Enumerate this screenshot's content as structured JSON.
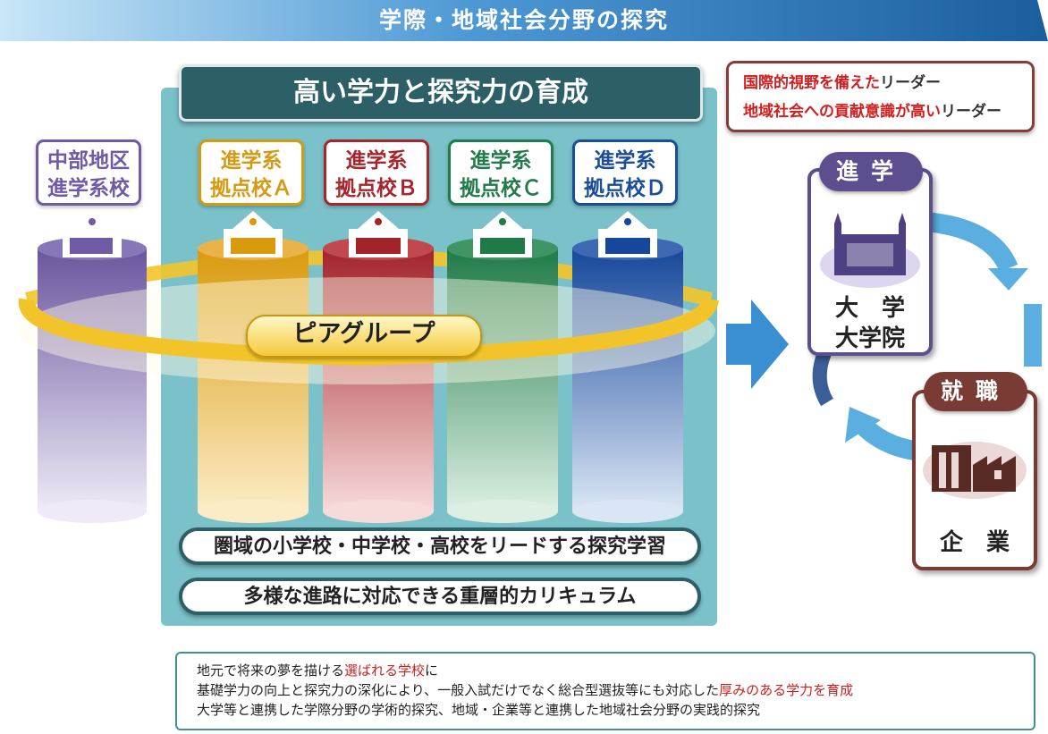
{
  "banner": {
    "title": "学際・地域社会分野の探究"
  },
  "main": {
    "title": "高い学力と探究力の育成",
    "schools": [
      {
        "line1": "中部地区",
        "line2": "進学系校",
        "color": "#6f5aa6"
      },
      {
        "line1": "進学系",
        "line2": "拠点校Ａ",
        "color": "#d49a12"
      },
      {
        "line1": "進学系",
        "line2": "拠点校Ｂ",
        "color": "#a8252c"
      },
      {
        "line1": "進学系",
        "line2": "拠点校Ｃ",
        "color": "#217b4a"
      },
      {
        "line1": "進学系",
        "line2": "拠点校Ｄ",
        "color": "#1a4d9c"
      }
    ],
    "peer_group": "ピアグループ",
    "bars": [
      "圏域の小学校・中学校・高校をリードする探究学習",
      "多様な進路に対応できる重層的カリキュラム"
    ]
  },
  "leaders": {
    "line1_red": "国際的視野を備えた",
    "line1_dark": "リーダー",
    "line2_red": "地域社会への貢献意識が高い",
    "line2_dark": "リーダー"
  },
  "university": {
    "header": "進学",
    "line1": "大　学",
    "line2": "大学院",
    "color": "#5d4f8f"
  },
  "employment": {
    "header": "就職",
    "label": "企　業",
    "color": "#7a3b34"
  },
  "bottom": {
    "l1_a": "地元で将来の夢を描ける",
    "l1_red": "選ばれる学校",
    "l1_b": "に",
    "l2_a": "基礎学力の向上と探究力の深化により、一般入試だけでなく総合型選抜等にも対応した",
    "l2_red": "厚みのある学力を育成",
    "l3": "大学等と連携した学際分野の学術的探究、地域・企業等と連携した地域社会分野の実践的探究"
  }
}
